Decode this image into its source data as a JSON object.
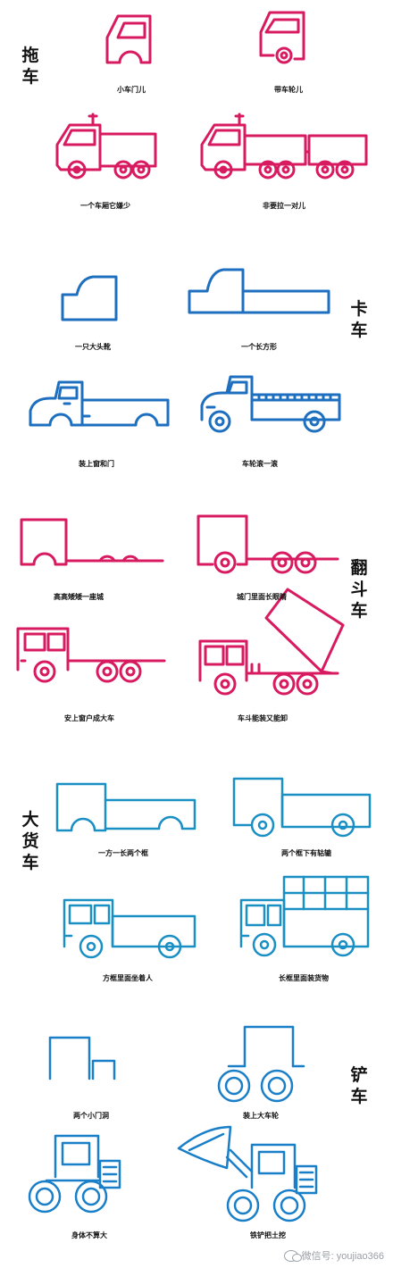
{
  "colors": {
    "tow": "#d81b60",
    "truck": "#1e6fbf",
    "dump": "#d81b60",
    "cargo": "#1a8fc4",
    "loader": "#1a7fc9",
    "text": "#111111"
  },
  "sections": {
    "tow": "拖\n车",
    "truck": "卡\n车",
    "dump": "翻\n斗\n车",
    "cargo": "大\n货\n车",
    "loader": "铲\n车"
  },
  "captions": {
    "tow_1": "小车门儿",
    "tow_2": "带车轮儿",
    "tow_3": "一个车厢它嫌少",
    "tow_4": "非要拉一对儿",
    "truck_1": "一只大头靴",
    "truck_2": "一个长方形",
    "truck_3": "装上窗和门",
    "truck_4": "车轮滚一滚",
    "dump_1": "高高矮矮一座城",
    "dump_2": "城门里面长眼睛",
    "dump_3": "安上窗户成大车",
    "dump_4": "车斗能装又能卸",
    "cargo_1": "一方一长两个框",
    "cargo_2": "两个框下有轱辘",
    "cargo_3": "方框里面坐着人",
    "cargo_4": "长框里面装货物",
    "loader_1": "两个小门洞",
    "loader_2": "装上大车轮",
    "loader_3": "身体不算大",
    "loader_4": "铁铲把土挖"
  },
  "watermark": {
    "label": "微信号: youjiao366",
    "icon": "wechat-icon"
  }
}
